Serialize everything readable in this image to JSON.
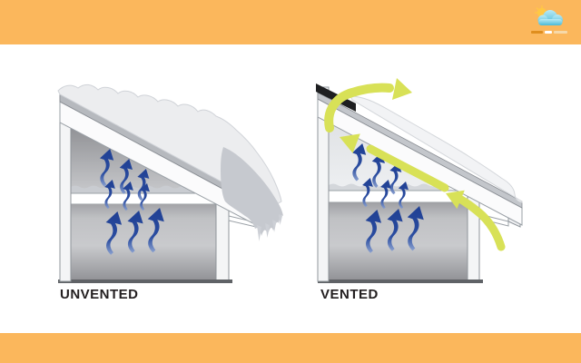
{
  "banner": {
    "logo_icon": "sun-cloud-logo",
    "color": "#FBB75C"
  },
  "figures": [
    {
      "id": "unvented",
      "label": "UNVENTED"
    },
    {
      "id": "vented",
      "label": "VENTED"
    }
  ],
  "colors": {
    "banner_orange": "#FBB75C",
    "heat_arrow_blue": "#2B4DA0",
    "airflow_arrow_green": "#D8E157",
    "snow_gray": "#ECEDEF",
    "ice_dam_gray": "#C6C9CF",
    "label_black": "#231F20"
  }
}
